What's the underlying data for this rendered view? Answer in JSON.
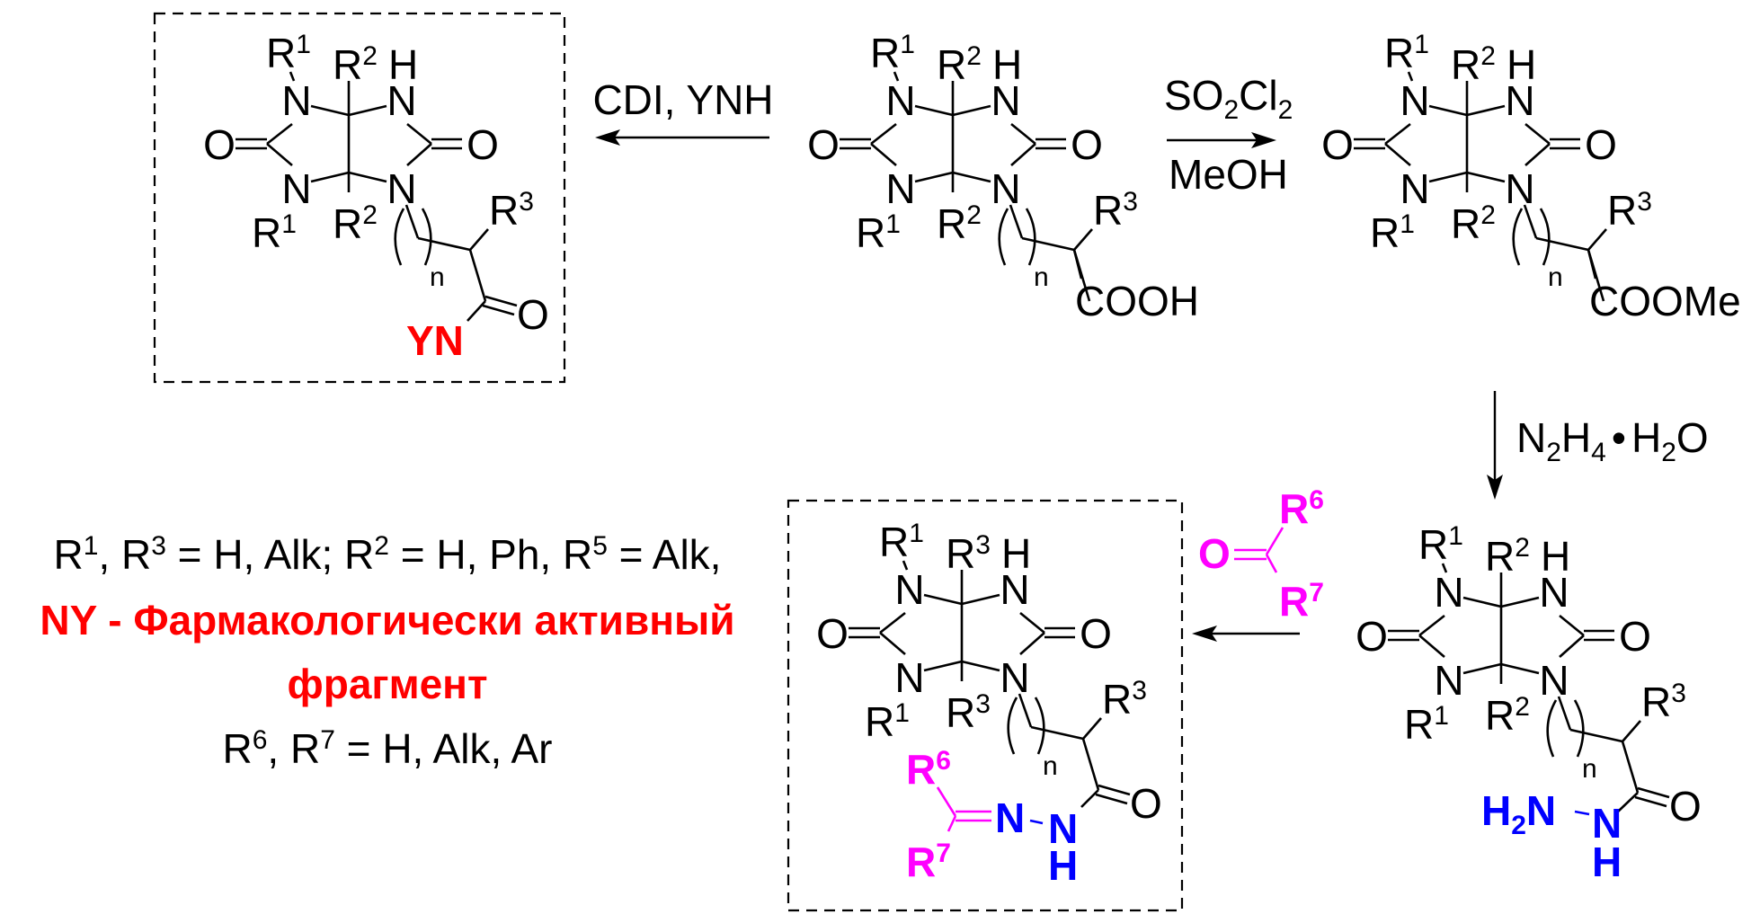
{
  "colors": {
    "text": "#000000",
    "highlight_red": "#ff0000",
    "carbonyl_magenta": "#ff00ff",
    "hydrazide_blue": "#0000ff"
  },
  "reactions": {
    "cdi": {
      "reagent": "CDI, YNH"
    },
    "esterification": {
      "reagent_top_main": "SO",
      "reagent_top_sub1": "2",
      "reagent_top_mid": "Cl",
      "reagent_top_sub2": "2",
      "reagent_bottom": "MeOH"
    },
    "hydrazinolysis": {
      "r1": "N",
      "s1": "2",
      "r2": "H",
      "s2": "4",
      "dot": "•",
      "r3": "H",
      "s3": "2",
      "r4": "O"
    },
    "condensation": {
      "reagent_o": "O",
      "reagent_r6": "R",
      "reagent_r6_sup": "6",
      "reagent_r7": "R",
      "reagent_r7_sup": "7"
    }
  },
  "molecule_labels": {
    "R": "R",
    "N": "N",
    "O": "O",
    "H": "H",
    "n": "n",
    "sup1": "1",
    "sup2": "2",
    "sup3": "3"
  },
  "molecules": {
    "amide_product": {
      "substituent": "YN",
      "box": "dashed"
    },
    "acid_start": {
      "group": "COOH"
    },
    "methyl_ester": {
      "group": "COOMe"
    },
    "hydrazide": {
      "h2": "H",
      "h2_sub": "2",
      "n1": "N",
      "n2": "N",
      "h": "H"
    },
    "hydrazone_product": {
      "r6": "R",
      "r6_sup": "6",
      "r7": "R",
      "r7_sup": "7",
      "n1": "N",
      "n2": "N",
      "h": "H",
      "bridge_sup": "3"
    }
  },
  "legend": {
    "line1": [
      {
        "t": "R"
      },
      {
        "sup": "1"
      },
      {
        "t": ", R"
      },
      {
        "sup": "3"
      },
      {
        "t": " = H, Alk; R"
      },
      {
        "sup": "2"
      },
      {
        "t": " = H, Ph, R"
      },
      {
        "sup": "5"
      },
      {
        "t": " = Alk,"
      }
    ],
    "line2": "NY - Фармакологически активный",
    "line3": "фрагмент",
    "line4": [
      {
        "t": "R"
      },
      {
        "sup": "6"
      },
      {
        "t": ", R"
      },
      {
        "sup": "7"
      },
      {
        "t": " = H, Alk, Ar"
      }
    ]
  }
}
